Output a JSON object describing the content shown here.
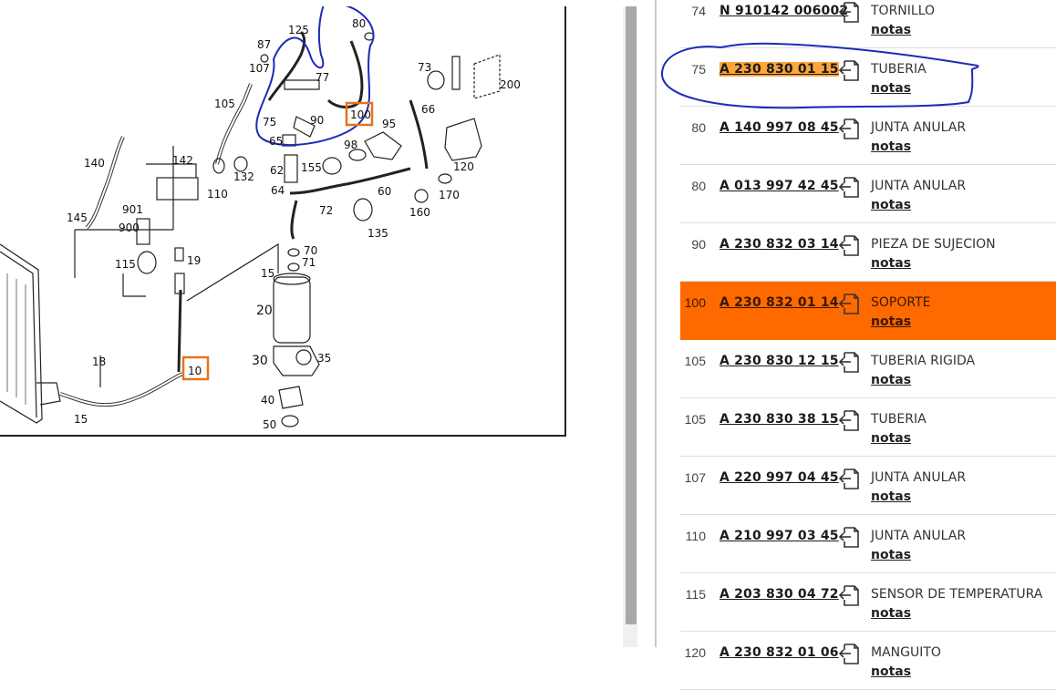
{
  "diagram": {
    "callouts": [
      {
        "id": "80",
        "label": "80"
      },
      {
        "id": "125",
        "label": "125"
      },
      {
        "id": "87",
        "label": "87"
      },
      {
        "id": "107",
        "label": "107"
      },
      {
        "id": "77",
        "label": "77"
      },
      {
        "id": "73",
        "label": "73"
      },
      {
        "id": "200",
        "label": "200"
      },
      {
        "id": "105a",
        "label": "105"
      },
      {
        "id": "75",
        "label": "75"
      },
      {
        "id": "90",
        "label": "90"
      },
      {
        "id": "100",
        "label": "100"
      },
      {
        "id": "95",
        "label": "95"
      },
      {
        "id": "66",
        "label": "66"
      },
      {
        "id": "65",
        "label": "65"
      },
      {
        "id": "98",
        "label": "98"
      },
      {
        "id": "142",
        "label": "142"
      },
      {
        "id": "140",
        "label": "140"
      },
      {
        "id": "62",
        "label": "62"
      },
      {
        "id": "155",
        "label": "155"
      },
      {
        "id": "132",
        "label": "132"
      },
      {
        "id": "120",
        "label": "120"
      },
      {
        "id": "110",
        "label": "110"
      },
      {
        "id": "64",
        "label": "64"
      },
      {
        "id": "60",
        "label": "60"
      },
      {
        "id": "170",
        "label": "170"
      },
      {
        "id": "901",
        "label": "901"
      },
      {
        "id": "72",
        "label": "72"
      },
      {
        "id": "160",
        "label": "160"
      },
      {
        "id": "145",
        "label": "145"
      },
      {
        "id": "900",
        "label": "900"
      },
      {
        "id": "135",
        "label": "135"
      },
      {
        "id": "70",
        "label": "70"
      },
      {
        "id": "115",
        "label": "115"
      },
      {
        "id": "19",
        "label": "19"
      },
      {
        "id": "71",
        "label": "71"
      },
      {
        "id": "15a",
        "label": "15"
      },
      {
        "id": "20",
        "label": "20"
      },
      {
        "id": "30",
        "label": "30"
      },
      {
        "id": "35",
        "label": "35"
      },
      {
        "id": "18",
        "label": "18"
      },
      {
        "id": "10",
        "label": "10"
      },
      {
        "id": "40",
        "label": "40"
      },
      {
        "id": "15b",
        "label": "15"
      },
      {
        "id": "50",
        "label": "50"
      }
    ]
  },
  "parts": [
    {
      "pos": "74",
      "part_number": "N 910142 006002",
      "description": "TORNILLO",
      "notes_label": "notas",
      "highlight": false,
      "marked": false
    },
    {
      "pos": "75",
      "part_number": "A 230 830 01 15",
      "description": "TUBERIA",
      "notes_label": "notas",
      "highlight": false,
      "marked": true
    },
    {
      "pos": "80",
      "part_number": "A 140 997 08 45",
      "description": "JUNTA ANULAR",
      "notes_label": "notas",
      "highlight": false,
      "marked": false
    },
    {
      "pos": "80",
      "part_number": "A 013 997 42 45",
      "description": "JUNTA ANULAR",
      "notes_label": "notas",
      "highlight": false,
      "marked": false
    },
    {
      "pos": "90",
      "part_number": "A 230 832 03 14",
      "description": "PIEZA DE SUJECION",
      "notes_label": "notas",
      "highlight": false,
      "marked": false
    },
    {
      "pos": "100",
      "part_number": "A 230 832 01 14",
      "description": "SOPORTE",
      "notes_label": "notas",
      "highlight": true,
      "marked": false
    },
    {
      "pos": "105",
      "part_number": "A 230 830 12 15",
      "description": "TUBERIA RIGIDA",
      "notes_label": "notas",
      "highlight": false,
      "marked": false
    },
    {
      "pos": "105",
      "part_number": "A 230 830 38 15",
      "description": "TUBERIA",
      "notes_label": "notas",
      "highlight": false,
      "marked": false
    },
    {
      "pos": "107",
      "part_number": "A 220 997 04 45",
      "description": "JUNTA ANULAR",
      "notes_label": "notas",
      "highlight": false,
      "marked": false
    },
    {
      "pos": "110",
      "part_number": "A 210 997 03 45",
      "description": "JUNTA ANULAR",
      "notes_label": "notas",
      "highlight": false,
      "marked": false
    },
    {
      "pos": "115",
      "part_number": "A 203 830 04 72",
      "description": "SENSOR DE TEMPERATURA",
      "notes_label": "notas",
      "highlight": false,
      "marked": false
    },
    {
      "pos": "120",
      "part_number": "A 230 832 01 06",
      "description": "MANGUITO",
      "notes_label": "notas",
      "highlight": false,
      "marked": false
    }
  ],
  "colors": {
    "highlight": "#ff6a00",
    "mark": "#ffa53a",
    "annotation": "#1c2bb8",
    "callout_box": "#e8731a"
  },
  "icons": {
    "row_action": "document-arrow-icon"
  }
}
